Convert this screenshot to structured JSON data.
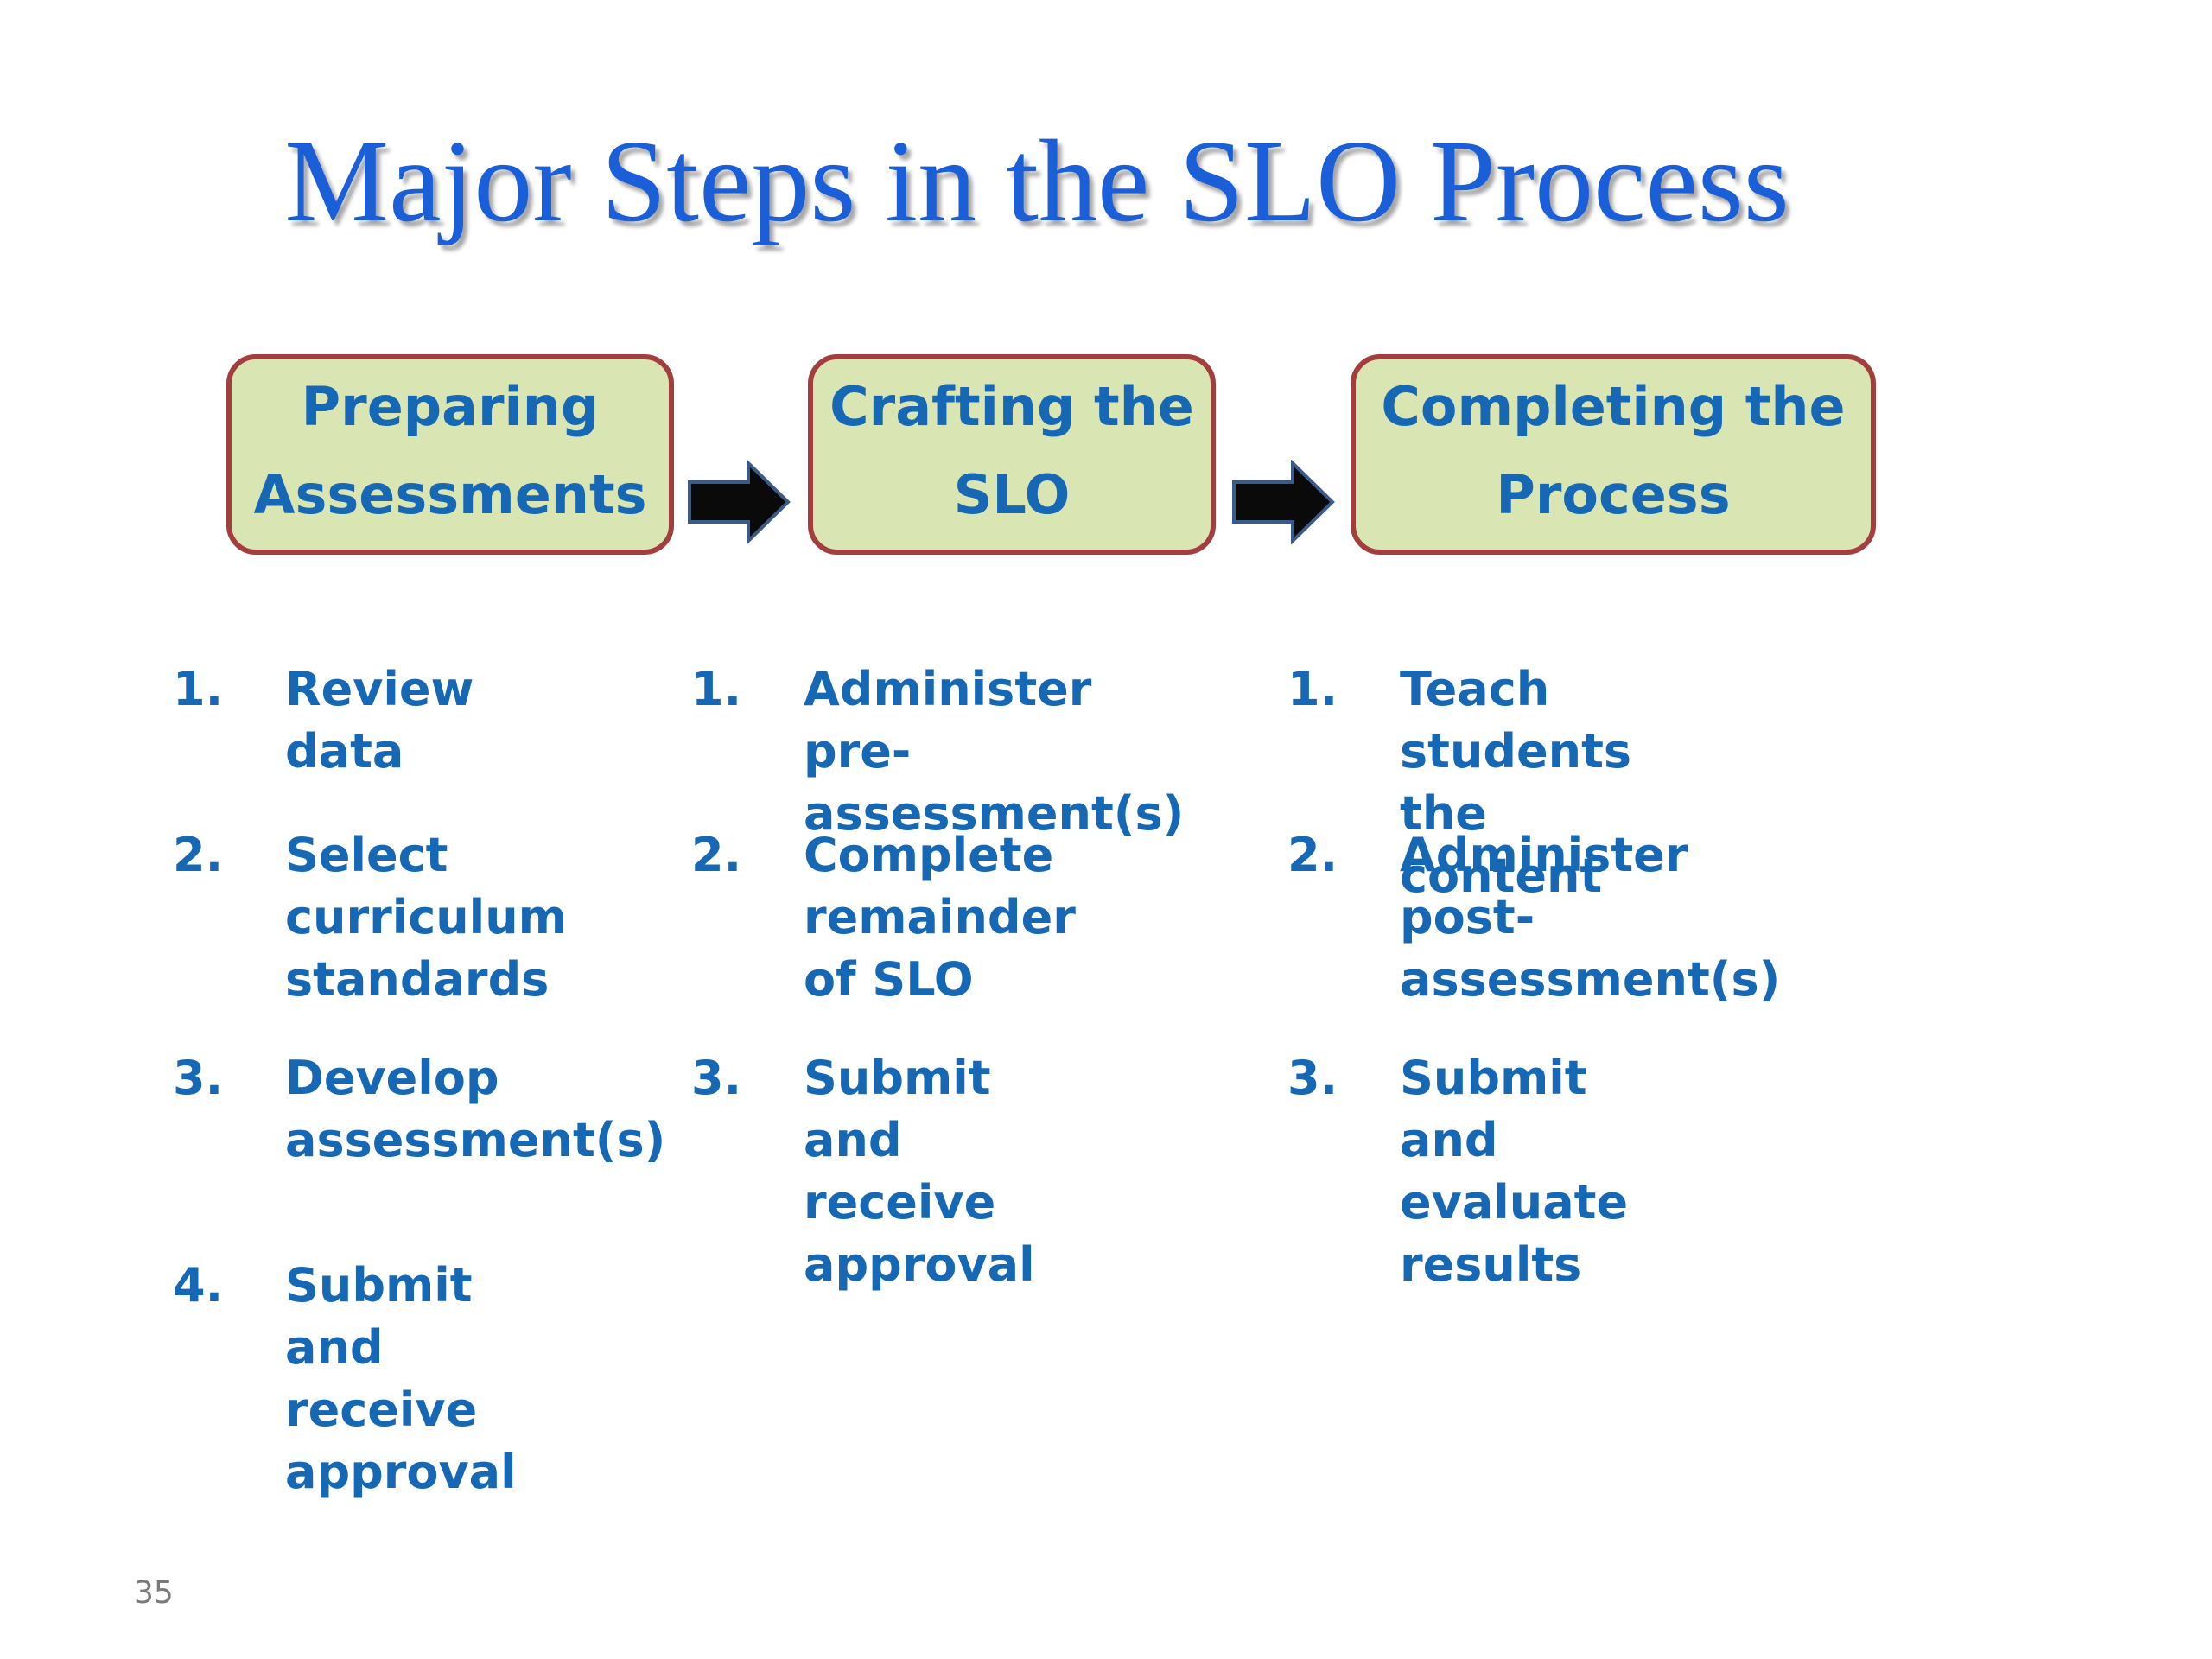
{
  "title": "Major Steps in the SLO Process",
  "phases": [
    {
      "label": "Preparing\nAssessments",
      "steps": [
        {
          "num": "1.",
          "text": "Review data"
        },
        {
          "num": "2.",
          "text": "Select\ncurriculum\nstandards"
        },
        {
          "num": "3.",
          "text": "Develop\nassessment(s)"
        },
        {
          "num": "4.",
          "text": "Submit and\nreceive\napproval"
        }
      ]
    },
    {
      "label": "Crafting the\nSLO",
      "steps": [
        {
          "num": "1.",
          "text": "Administer pre-\nassessment(s)"
        },
        {
          "num": "2.",
          "text": "Complete\nremainder of SLO"
        },
        {
          "num": "3.",
          "text": "Submit and\nreceive approval"
        }
      ]
    },
    {
      "label": "Completing the\nProcess",
      "steps": [
        {
          "num": "1.",
          "text": "Teach students the\ncontent"
        },
        {
          "num": "2.",
          "text": "Administer post-\nassessment(s)"
        },
        {
          "num": "3.",
          "text": "Submit and\nevaluate results"
        }
      ]
    }
  ],
  "page_number": "35",
  "colors": {
    "title": "#1a5fd8",
    "box_fill": "#d9e6b4",
    "box_border": "#a33e3e",
    "text": "#1668b5",
    "arrow_fill": "#0a0a0a",
    "arrow_outline": "#3a5b8a"
  },
  "icons": {
    "arrow": "right-arrow-icon"
  }
}
